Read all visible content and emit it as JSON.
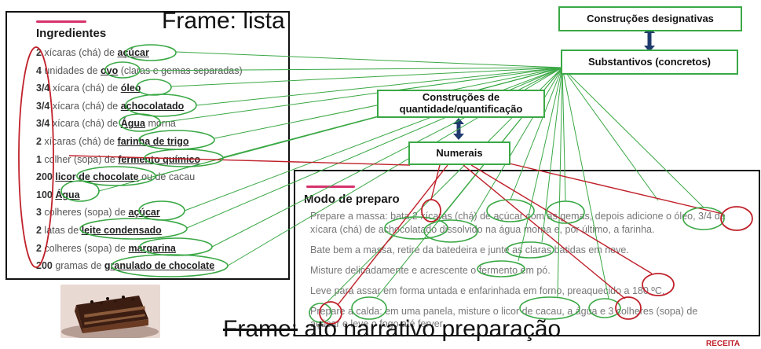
{
  "ingredients": {
    "heading": "Ingredientes",
    "items": [
      {
        "qty": "2",
        "pre": " xícaras (chá) de ",
        "noun": "açúcar",
        "post": ""
      },
      {
        "qty": "4",
        "pre": " unidades de ",
        "noun": "ovo",
        "post": " (claras e gemas separadas)"
      },
      {
        "qty": "3/4",
        "pre": " xícara (chá) de ",
        "noun": "óleo",
        "post": ""
      },
      {
        "qty": "3/4",
        "pre": " xícara (chá) de ",
        "noun": "achocolatado",
        "post": ""
      },
      {
        "qty": "3/4",
        "pre": " xícara (chá) de ",
        "noun": "Água",
        "post": " morna"
      },
      {
        "qty": "2",
        "pre": " xícaras (chá) de ",
        "noun": "farinha de trigo",
        "post": ""
      },
      {
        "qty": "1",
        "pre": " colher (sopa) de ",
        "noun": "fermento químico",
        "post": ""
      },
      {
        "qty": "200",
        "pre": " ",
        "noun": "licor de chocolate",
        "post": " ou de cacau"
      },
      {
        "qty": "100",
        "pre": " ",
        "noun": "Água",
        "post": ""
      },
      {
        "qty": "3",
        "pre": " colheres (sopa) de ",
        "noun": "açúcar",
        "post": ""
      },
      {
        "qty": "2",
        "pre": " latas de ",
        "noun": "leite condensado",
        "post": ""
      },
      {
        "qty": "2",
        "pre": " colheres (sopa) de ",
        "noun": "margarina",
        "post": ""
      },
      {
        "qty": "200",
        "pre": " gramas de ",
        "noun": "granulado de chocolate",
        "post": ""
      }
    ]
  },
  "preparation": {
    "heading": "Modo de preparo",
    "lines": [
      "Prepare a massa: bata 2 xícaras (chá) de açúcar com as gemas, depois adicione o óleo, 3/4 de",
      "xícara (chá) de achocolatado dissolvido na água morna e, por último, a farinha.",
      "Bate bem a massa, retire da batedeira e junte as claras batidas em neve.",
      "Misture delicadamente e acrescente o fermento em pó.",
      "Leve para assar em forma untada e enfarinhada em forno, preaquecido a 180 ºC.",
      "Prepare a calda: em uma panela, misture o licor de cacau, a água e 3 colheres (sopa) de",
      "açúcar e leve o fogo até ferver."
    ]
  },
  "labels": {
    "frame_list": "Frame: lista",
    "frame_narrative_prefix": "Frame:",
    "frame_narrative_rest": " ato narrativo  preparação",
    "designative": "Construções designativas",
    "nouns": "Substantivos (concretos)",
    "quantity": "Construções de quantidade/quantificação",
    "numerals": "Numerais",
    "receita": "RECEITA"
  },
  "colors": {
    "green": "#3aa845",
    "red": "#c0202a",
    "navy": "#1f3a6e",
    "accent": "#d6336c"
  }
}
